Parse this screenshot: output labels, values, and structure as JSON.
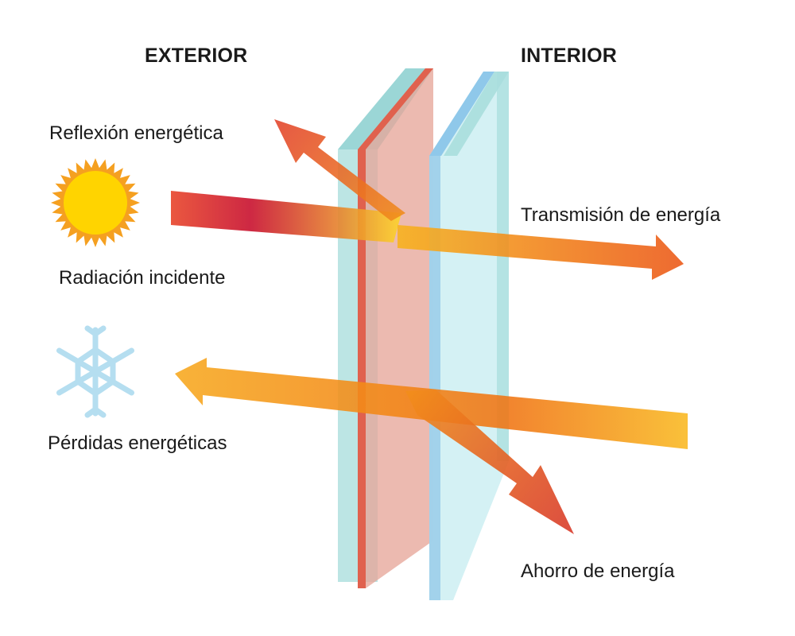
{
  "labels": {
    "exterior": "EXTERIOR",
    "interior": "INTERIOR",
    "reflexion": "Reflexión energética",
    "radiacion": "Radiación incidente",
    "transmision": "Transmisión de energía",
    "perdidas": "Pérdidas energéticas",
    "ahorro": "Ahorro de energía"
  },
  "icons": {
    "sun": "sun-icon",
    "snowflake": "snowflake-icon"
  },
  "colors": {
    "glass_outer": "#a9dedd",
    "coated_pane": "#e0614e",
    "glass_inner": "#9fd0ea",
    "arrow_red": "#e2412a",
    "arrow_orange": "#f08a1c",
    "arrow_yellow": "#fbc52b",
    "sun": "#ffd400",
    "snowflake": "#b5def0"
  }
}
